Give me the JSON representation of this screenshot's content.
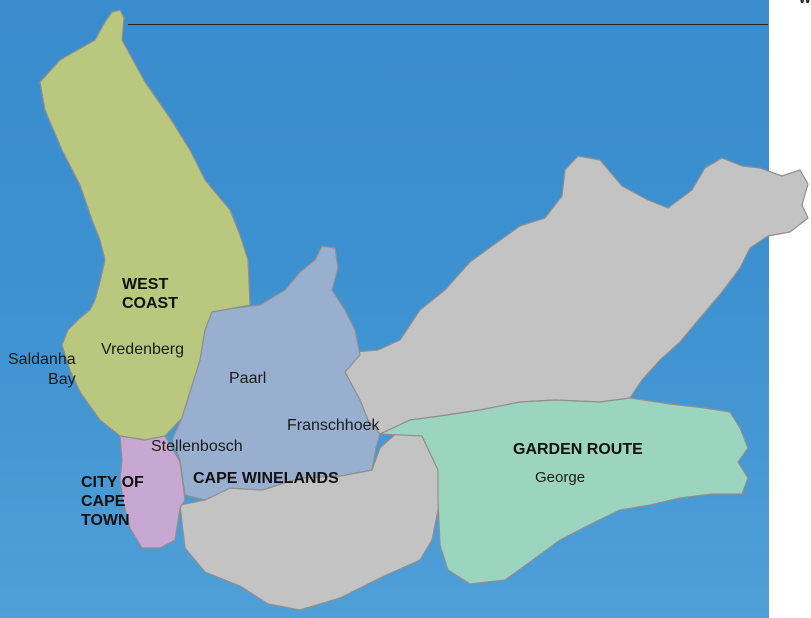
{
  "corner_text": "W",
  "colors": {
    "sea": "#3d91d0",
    "west_coast": "#b9c77f",
    "cape_winelands": "#99afd0",
    "city_of_cape_town": "#c7a8d3",
    "garden_route": "#9bd5bf",
    "other_districts": "#c3c3c3"
  },
  "regions": {
    "west_coast": "WEST\nCOAST",
    "cape_winelands": "CAPE WINELANDS",
    "city_of_cape_town": "CITY OF\nCAPE\nTOWN",
    "garden_route": "GARDEN ROUTE"
  },
  "places": {
    "saldanha_bay": "Saldanha\nBay",
    "vredenberg": "Vredenberg",
    "paarl": "Paarl",
    "franschhoek": "Franschhoek",
    "stellenbosch": "Stellenbosch",
    "george": "George"
  }
}
